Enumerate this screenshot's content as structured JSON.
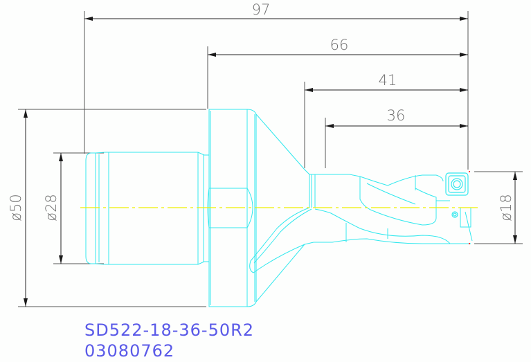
{
  "drawing": {
    "colors": {
      "part": "#33e8ee",
      "dimension": "#3a3a3a",
      "centerline": "#f0f000",
      "label": "#5a5ae8"
    },
    "dimensions": {
      "overall_length": "97",
      "flange_to_tip": "66",
      "neck_to_tip": "41",
      "flute_length": "36",
      "flange_diameter": "ø50",
      "shank_diameter": "ø28",
      "drill_diameter": "ø18"
    },
    "part_number": "SD522-18-36-50R2",
    "order_number": "03080762"
  }
}
